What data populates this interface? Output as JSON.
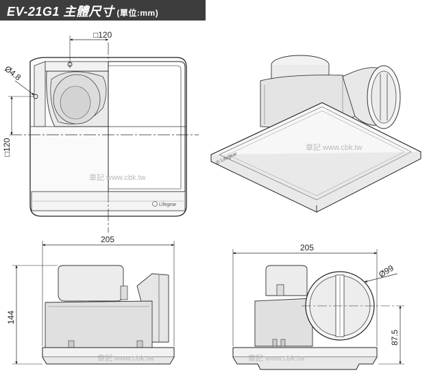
{
  "header": {
    "title": "EV-21G1 主體尺寸",
    "unit": "(單位:mm)"
  },
  "top_view": {
    "dim_width": "□120",
    "dim_height": "□120",
    "dim_hole": "Ø4.8",
    "brand": "Lifegear"
  },
  "front_view": {
    "dim_width": "205",
    "dim_height": "144"
  },
  "side_view": {
    "dim_width": "205",
    "dim_duct": "Ø99",
    "dim_duct_height": "87.5"
  },
  "watermark": "章記 www.cbk.tw",
  "colors": {
    "header_bg": "#3d3d3d",
    "header_text": "#ffffff",
    "watermark": "#b9b9b9"
  }
}
